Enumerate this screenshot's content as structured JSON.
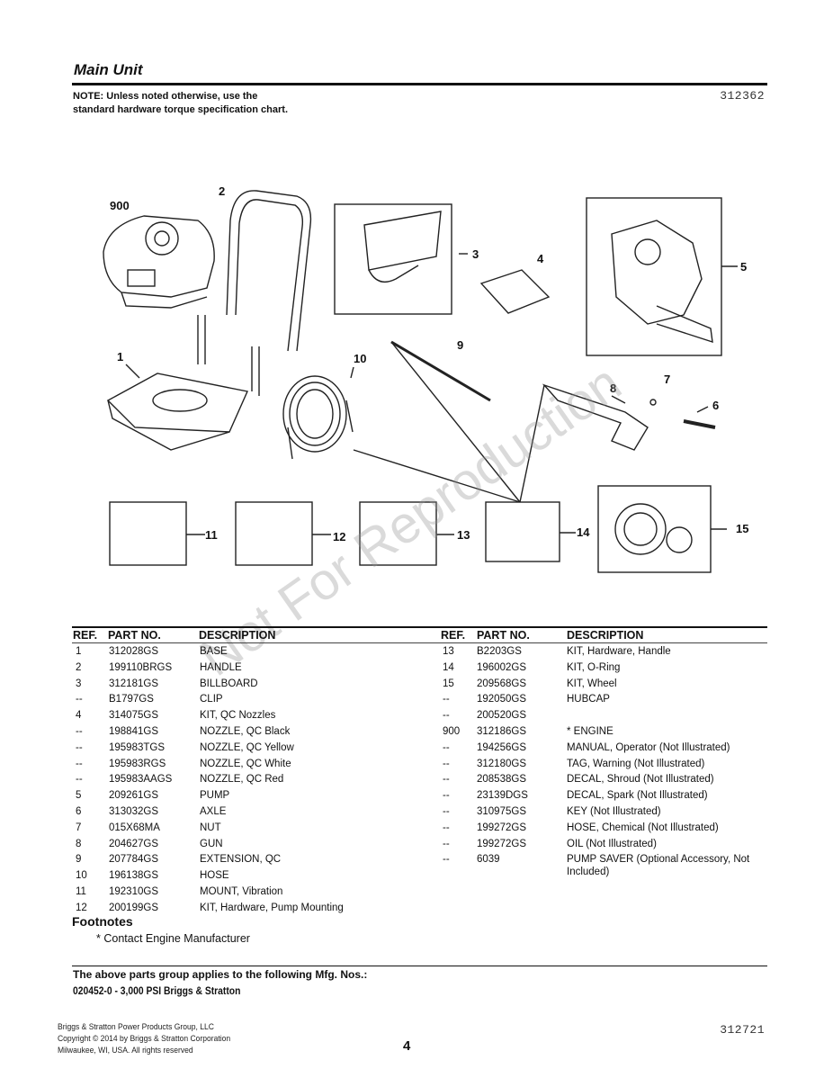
{
  "header": {
    "title": "Main Unit",
    "note": "NOTE: Unless noted otherwise, use the standard hardware torque specification chart.",
    "doc_number": "312362"
  },
  "diagram": {
    "callouts": [
      "900",
      "2",
      "3",
      "4",
      "5",
      "1",
      "10",
      "9",
      "7",
      "8",
      "6",
      "11",
      "12",
      "13",
      "14",
      "15"
    ]
  },
  "table": {
    "headers": {
      "ref": "REF.",
      "part": "PART NO.",
      "desc": "DESCRIPTION"
    },
    "left": [
      {
        "ref": "1",
        "part": "312028GS",
        "desc": "BASE"
      },
      {
        "ref": "2",
        "part": "199110BRGS",
        "desc": "HANDLE"
      },
      {
        "ref": "3",
        "part": "312181GS",
        "desc": "BILLBOARD"
      },
      {
        "ref": "--",
        "part": "B1797GS",
        "desc": "CLIP"
      },
      {
        "ref": "4",
        "part": "314075GS",
        "desc": "KIT, QC Nozzles"
      },
      {
        "ref": "--",
        "part": "198841GS",
        "desc": "NOZZLE, QC Black"
      },
      {
        "ref": "--",
        "part": "195983TGS",
        "desc": "NOZZLE, QC Yellow"
      },
      {
        "ref": "--",
        "part": "195983RGS",
        "desc": "NOZZLE, QC White"
      },
      {
        "ref": "--",
        "part": "195983AAGS",
        "desc": "NOZZLE, QC Red"
      },
      {
        "ref": "5",
        "part": "209261GS",
        "desc": "PUMP"
      },
      {
        "ref": "6",
        "part": "313032GS",
        "desc": "AXLE"
      },
      {
        "ref": "7",
        "part": "015X68MA",
        "desc": "NUT"
      },
      {
        "ref": "8",
        "part": "204627GS",
        "desc": "GUN"
      },
      {
        "ref": "9",
        "part": "207784GS",
        "desc": "EXTENSION, QC"
      },
      {
        "ref": "10",
        "part": "196138GS",
        "desc": "HOSE"
      },
      {
        "ref": "11",
        "part": "192310GS",
        "desc": "MOUNT, Vibration"
      },
      {
        "ref": "12",
        "part": "200199GS",
        "desc": "KIT, Hardware, Pump Mounting"
      }
    ],
    "right": [
      {
        "ref": "13",
        "part": "B2203GS",
        "desc": "KIT, Hardware, Handle"
      },
      {
        "ref": "14",
        "part": "196002GS",
        "desc": "KIT, O-Ring"
      },
      {
        "ref": "15",
        "part": "209568GS",
        "desc": "KIT, Wheel"
      },
      {
        "ref": "--",
        "part": "192050GS",
        "desc": "HUBCAP"
      },
      {
        "ref": "--",
        "part": "200520GS",
        "desc": ""
      },
      {
        "ref": "900",
        "part": "312186GS",
        "desc": "* ENGINE"
      },
      {
        "ref": "--",
        "part": "194256GS",
        "desc": "MANUAL, Operator (Not Illustrated)"
      },
      {
        "ref": "--",
        "part": "312180GS",
        "desc": "TAG, Warning (Not Illustrated)"
      },
      {
        "ref": "--",
        "part": "208538GS",
        "desc": "DECAL, Shroud (Not Illustrated)"
      },
      {
        "ref": "--",
        "part": "23139DGS",
        "desc": "DECAL, Spark (Not Illustrated)"
      },
      {
        "ref": "--",
        "part": "310975GS",
        "desc": "KEY (Not Illustrated)"
      },
      {
        "ref": "--",
        "part": "199272GS",
        "desc": "HOSE, Chemical (Not Illustrated)"
      },
      {
        "ref": "--",
        "part": "199272GS",
        "desc": "OIL (Not Illustrated)"
      },
      {
        "ref": "--",
        "part": "6039",
        "desc": "PUMP SAVER (Optional Accessory, Not Included)"
      }
    ]
  },
  "footnotes": {
    "heading": "Footnotes",
    "text": "* Contact Engine Manufacturer"
  },
  "mfg": {
    "label": "The above parts group applies to the following Mfg. Nos.:",
    "numbers": "020452-0 - 3,000 PSI Briggs & Stratton"
  },
  "footer": {
    "company_line1": "Briggs & Stratton Power Products Group, LLC",
    "company_line2": "Copyright © 2014 by Briggs & Stratton Corporation",
    "company_line3": "Milwaukee, WI, USA. All rights reserved",
    "page_number": "4",
    "doc_number": "312721"
  },
  "watermark": "Not For Reproduction"
}
